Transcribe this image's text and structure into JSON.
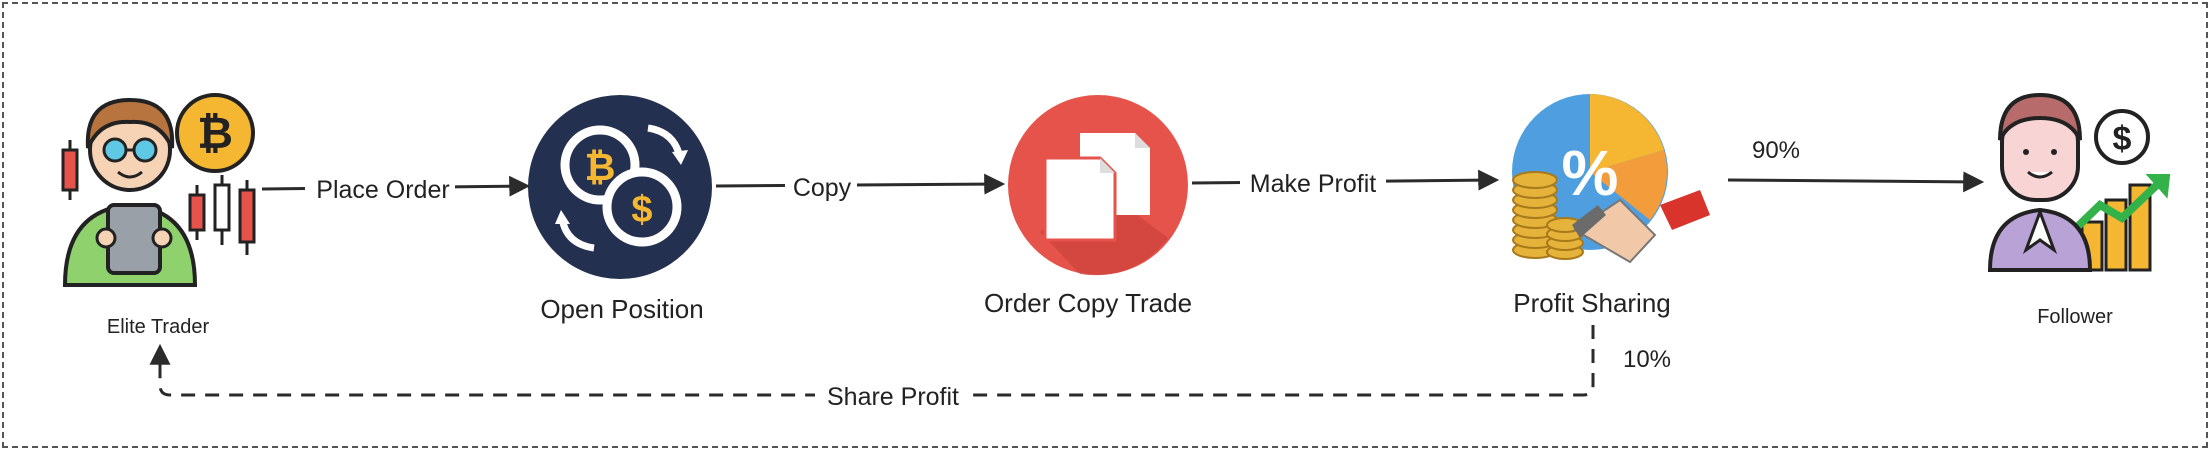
{
  "nodes": {
    "elite_trader": {
      "label": "Elite Trader",
      "icon": "trader-with-bitcoin-and-tablet-icon"
    },
    "open_position": {
      "label": "Open Position",
      "icon": "crypto-exchange-coins-icon"
    },
    "order_copy_trade": {
      "label": "Order Copy Trade",
      "icon": "copy-documents-icon"
    },
    "profit_sharing": {
      "label": "Profit Sharing",
      "icon": "pie-chart-coins-handshake-icon"
    },
    "follower": {
      "label": "Follower",
      "icon": "investor-with-growth-chart-icon"
    }
  },
  "edges": {
    "place_order": {
      "label": "Place Order"
    },
    "copy": {
      "label": "Copy"
    },
    "make_profit": {
      "label": "Make Profit"
    },
    "to_follower": {
      "label": "90%"
    },
    "share_profit": {
      "label": "Share Profit"
    },
    "share_percent": {
      "label": "10%"
    }
  },
  "colors": {
    "navy": "#24304f",
    "red": "#e5534b",
    "gold": "#f5b731",
    "green": "#34b24a",
    "line": "#2b2b2b"
  }
}
